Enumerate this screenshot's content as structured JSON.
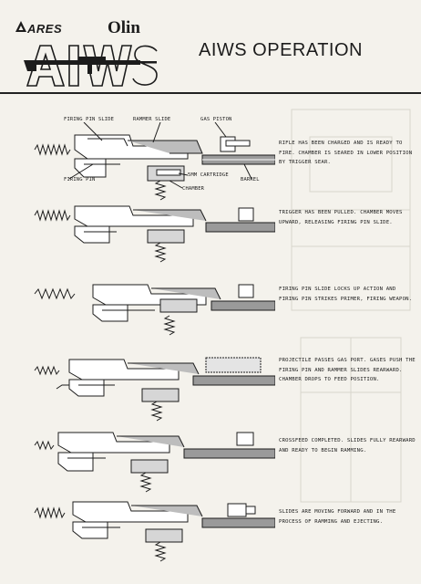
{
  "header": {
    "brand_ares": "ARES",
    "brand_olin": "Olin",
    "logo_text": "AIWS",
    "title": "AIWS OPERATION"
  },
  "callouts": {
    "firing_pin_slide": "FIRING PIN SLIDE",
    "rammer_slide": "RAMMER SLIDE",
    "gas_piston": "GAS PISTON",
    "firing_pin": "FIRING PIN",
    "cartridge": "5MM CARTRIDGE",
    "chamber": "CHAMBER",
    "barrel": "BARREL"
  },
  "steps": [
    {
      "text": "RIFLE HAS BEEN CHARGED AND IS READY TO FIRE. CHAMBER IS SEARED IN LOWER POSITION BY TRIGGER SEAR."
    },
    {
      "text": "TRIGGER HAS BEEN PULLED. CHAMBER MOVES UPWARD, RELEASING FIRING PIN SLIDE."
    },
    {
      "text": "FIRING PIN SLIDE LOCKS UP ACTION AND FIRING PIN STRIKES PRIMER, FIRING WEAPON."
    },
    {
      "text": "PROJECTILE PASSES GAS PORT. GASES PUSH THE FIRING PIN AND RAMMER SLIDES REARWARD. CHAMBER DROPS TO FEED POSITION."
    },
    {
      "text": "CROSSFEED COMPLETED. SLIDES FULLY REARWARD AND READY TO BEGIN RAMMING."
    },
    {
      "text": "SLIDES ARE MOVING FORWARD AND IN THE PROCESS OF RAMMING AND EJECTING."
    }
  ],
  "colors": {
    "ink": "#1c1c1c",
    "paper": "#f4f2ec",
    "shade": "#9a9a9a"
  }
}
